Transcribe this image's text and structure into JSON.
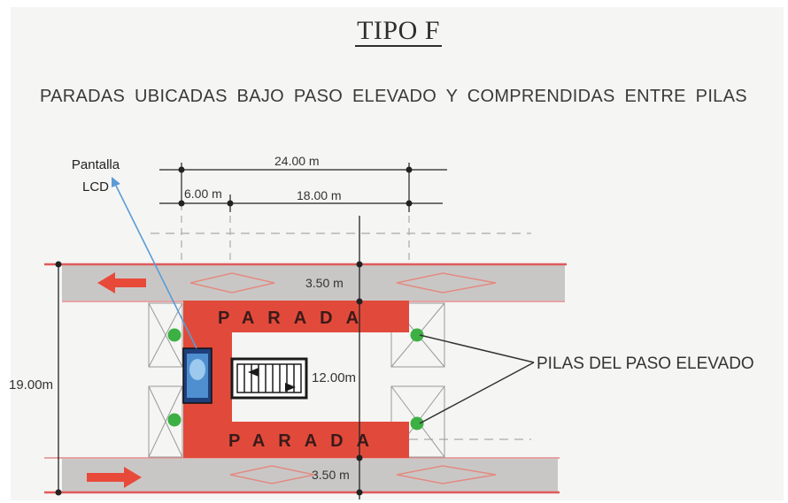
{
  "title": "TIPO F",
  "subtitle": "PARADAS UBICADAS BAJO PASO ELEVADO Y  COMPRENDIDAS ENTRE PILAS",
  "annotations": {
    "lcd_line1": "Pantalla",
    "lcd_line2": "LCD",
    "piles": "PILAS DEL PASO  ELEVADO"
  },
  "dimensions": {
    "total_width": "24.00 m",
    "left_segment": "6.00 m",
    "right_segment": "18.00 m",
    "lane_top": "3.50 m",
    "lane_bottom": "3.50 m",
    "inner_height": "12.00m",
    "total_height": "19.00m"
  },
  "labels": {
    "parada_top": "PARADA",
    "parada_bottom": "PARADA"
  },
  "colors": {
    "lane": "#c9c7c6",
    "lane_edge": "#e05a5a",
    "platform": "#e14a3a",
    "pillar": "#3cb043",
    "arrow": "#e84a3a",
    "pointer": "#5b9bd5"
  },
  "icons": {
    "left_arrow": "arrow-left-icon",
    "right_arrow": "arrow-right-icon",
    "screen": "lcd-screen-icon"
  }
}
